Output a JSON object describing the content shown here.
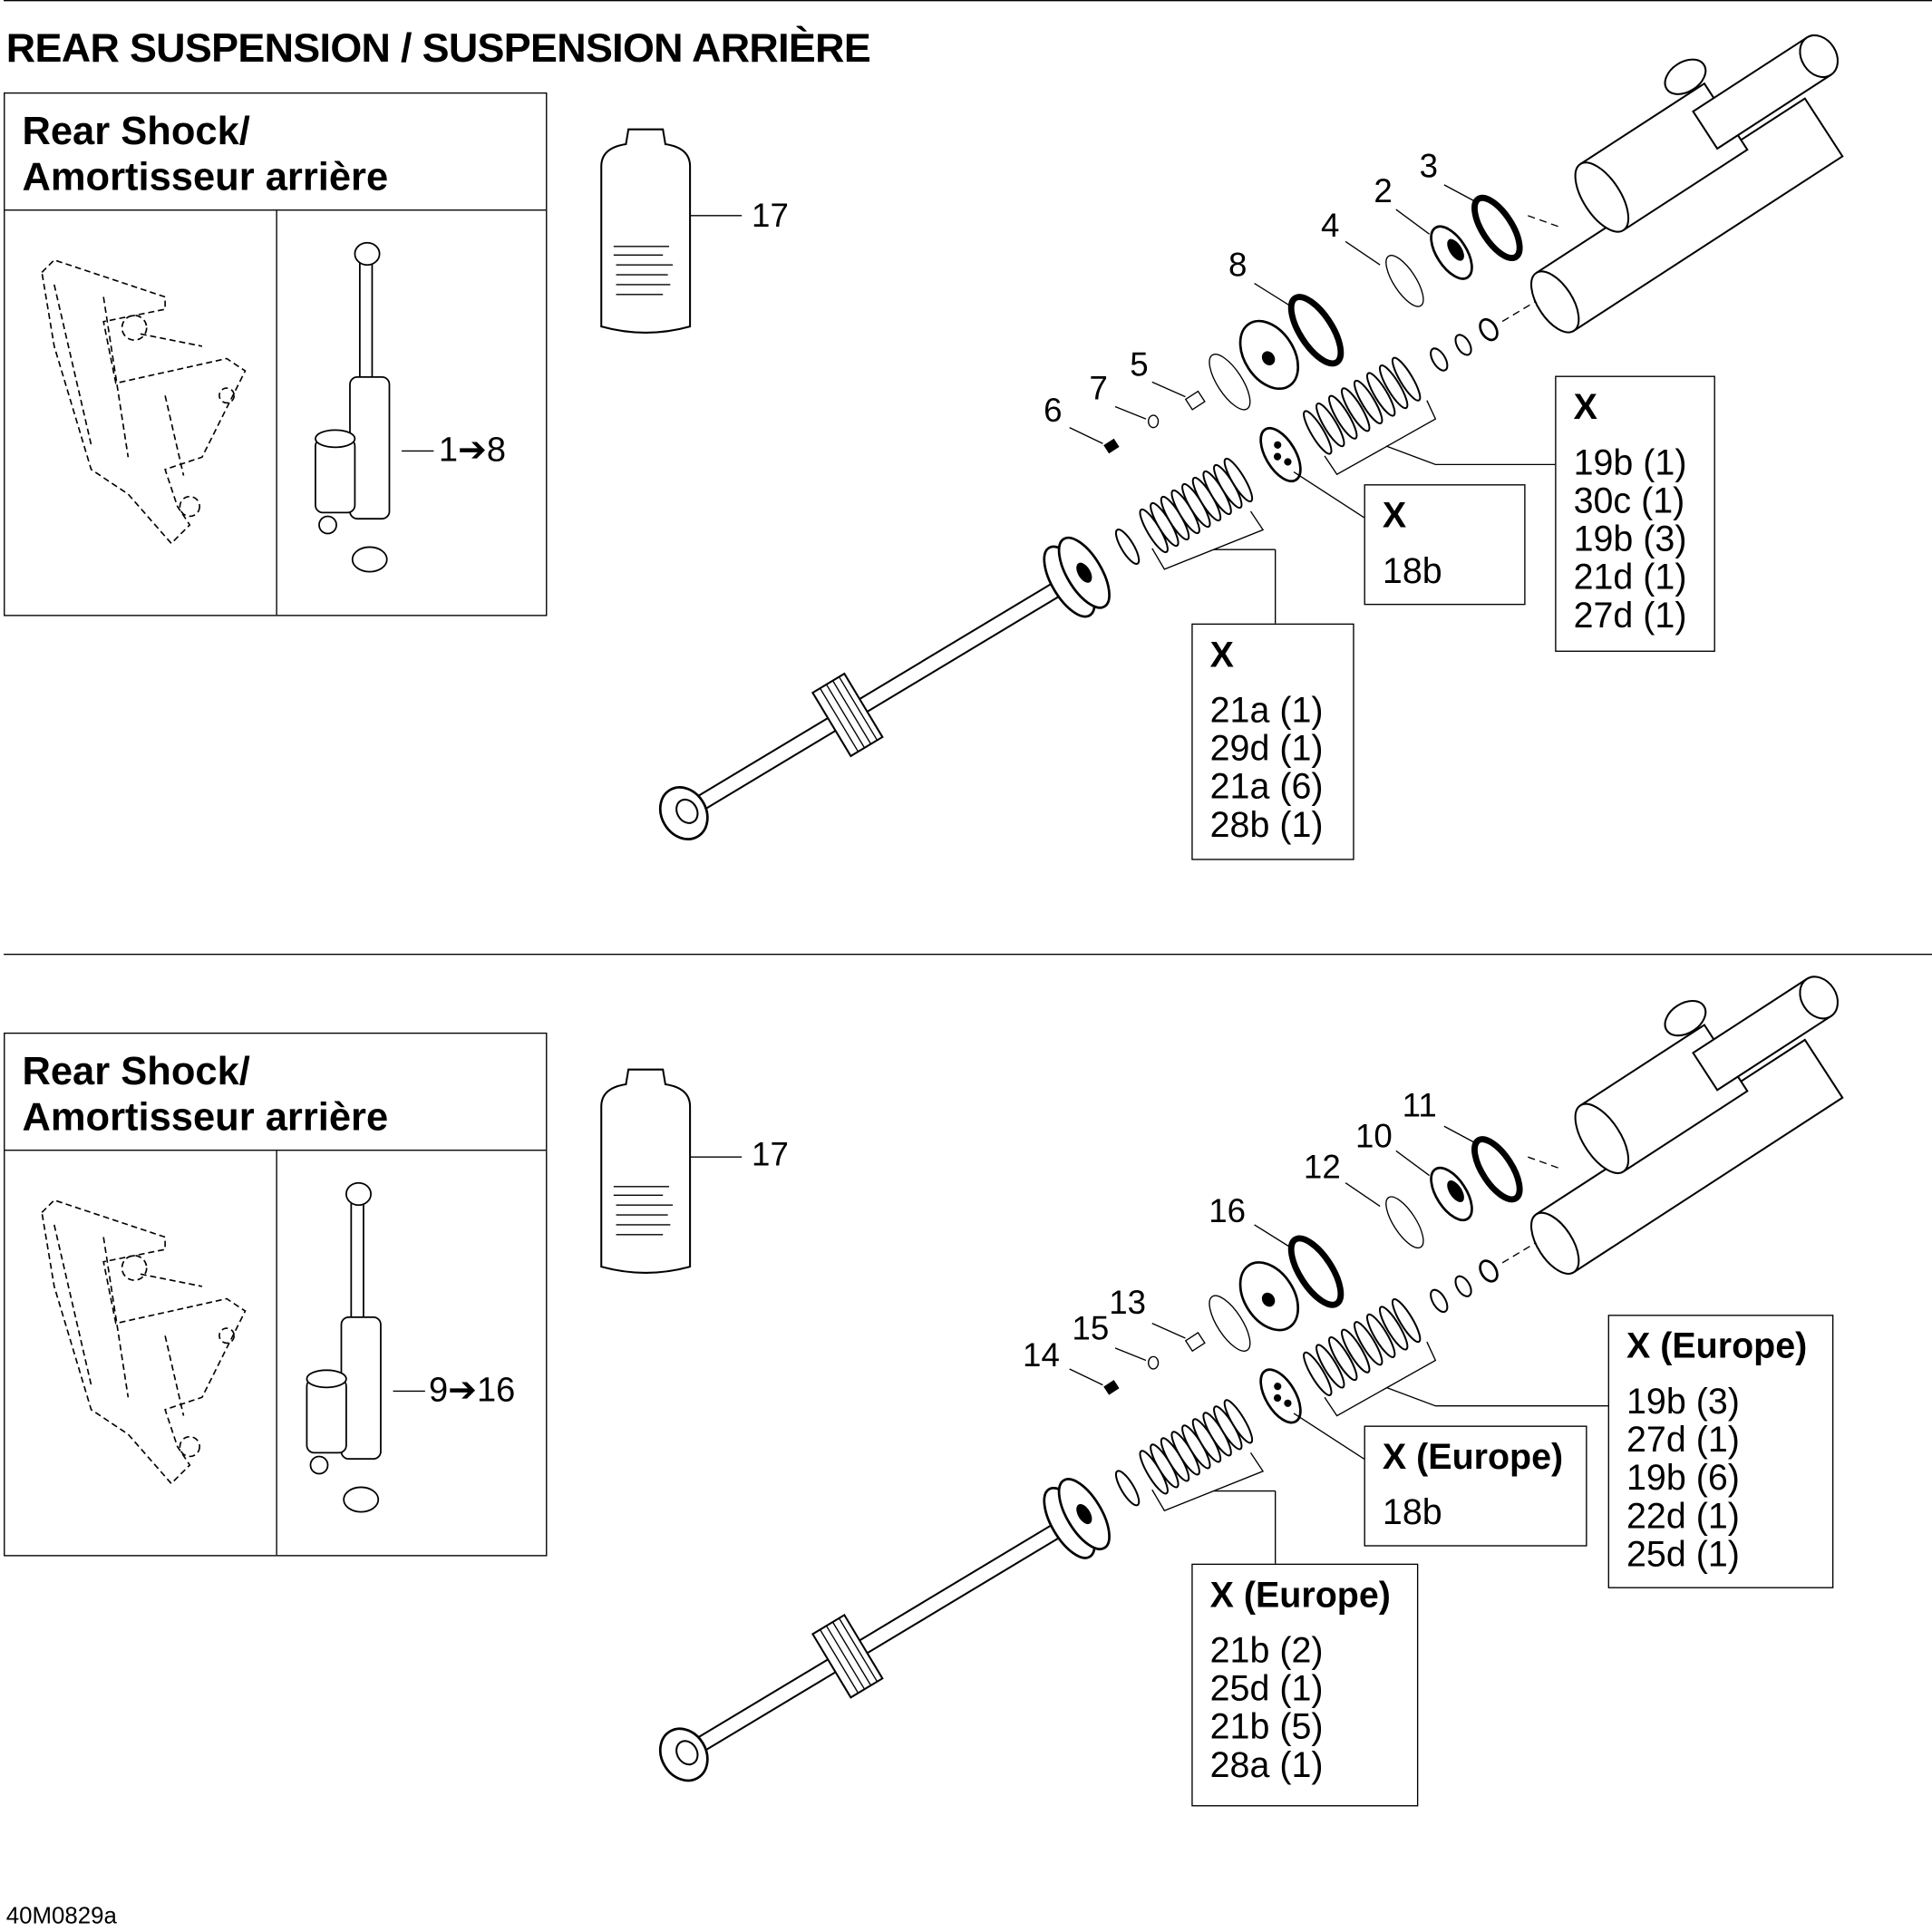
{
  "title": "REAR SUSPENSION / SUSPENSION ARRIÈRE",
  "panels": [
    {
      "heading_line1": "Rear Shock/",
      "heading_line2": "Amortisseur arrière",
      "range_label": "1➔8",
      "callouts": [
        "17",
        "3",
        "2",
        "4",
        "8",
        "5",
        "7",
        "6"
      ],
      "boxes": [
        {
          "header": "X",
          "items": [
            "18b"
          ]
        },
        {
          "header": "X",
          "items": [
            "21a (1)",
            "29d (1)",
            "21a (6)",
            "28b (1)"
          ]
        },
        {
          "header": "X",
          "items": [
            "19b (1)",
            "30c (1)",
            "19b (3)",
            "21d (1)",
            "27d (1)"
          ]
        }
      ]
    },
    {
      "heading_line1": "Rear Shock/",
      "heading_line2": "Amortisseur arrière",
      "range_label": "9➔16",
      "callouts": [
        "17",
        "11",
        "10",
        "12",
        "16",
        "13",
        "15",
        "14"
      ],
      "boxes": [
        {
          "header": "X (Europe)",
          "items": [
            "18b"
          ]
        },
        {
          "header": "X (Europe)",
          "items": [
            "21b (2)",
            "25d (1)",
            "21b (5)",
            "28a (1)"
          ]
        },
        {
          "header": "X (Europe)",
          "items": [
            "19b (3)",
            "27d (1)",
            "19b (6)",
            "22d (1)",
            "25d (1)"
          ]
        }
      ]
    }
  ],
  "footer_code": "40M0829a"
}
